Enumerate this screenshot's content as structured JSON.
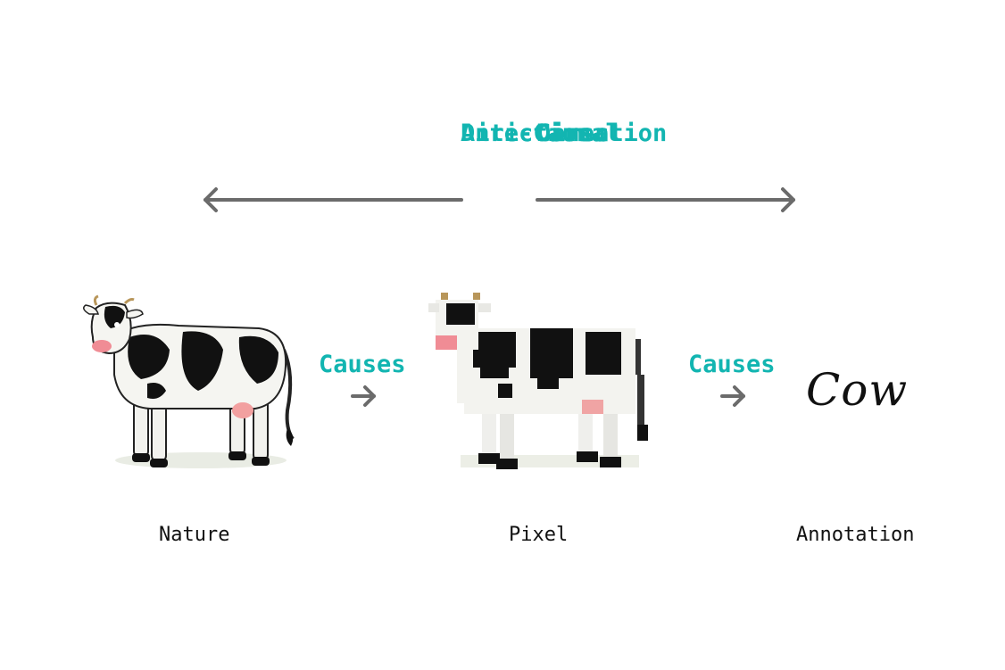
{
  "directions": {
    "anti_causal": [
      "Anti-Causal",
      "Direction"
    ],
    "causal": [
      "Causal",
      "Direction"
    ]
  },
  "relations": {
    "left": "Causes",
    "right": "Causes"
  },
  "nodes": {
    "nature": "Nature",
    "pixel": "Pixel",
    "annotation": "Annotation"
  },
  "annotation_word": "Cow",
  "colors": {
    "accent": "#12b5b1",
    "arrow": "#6b6b6b"
  }
}
